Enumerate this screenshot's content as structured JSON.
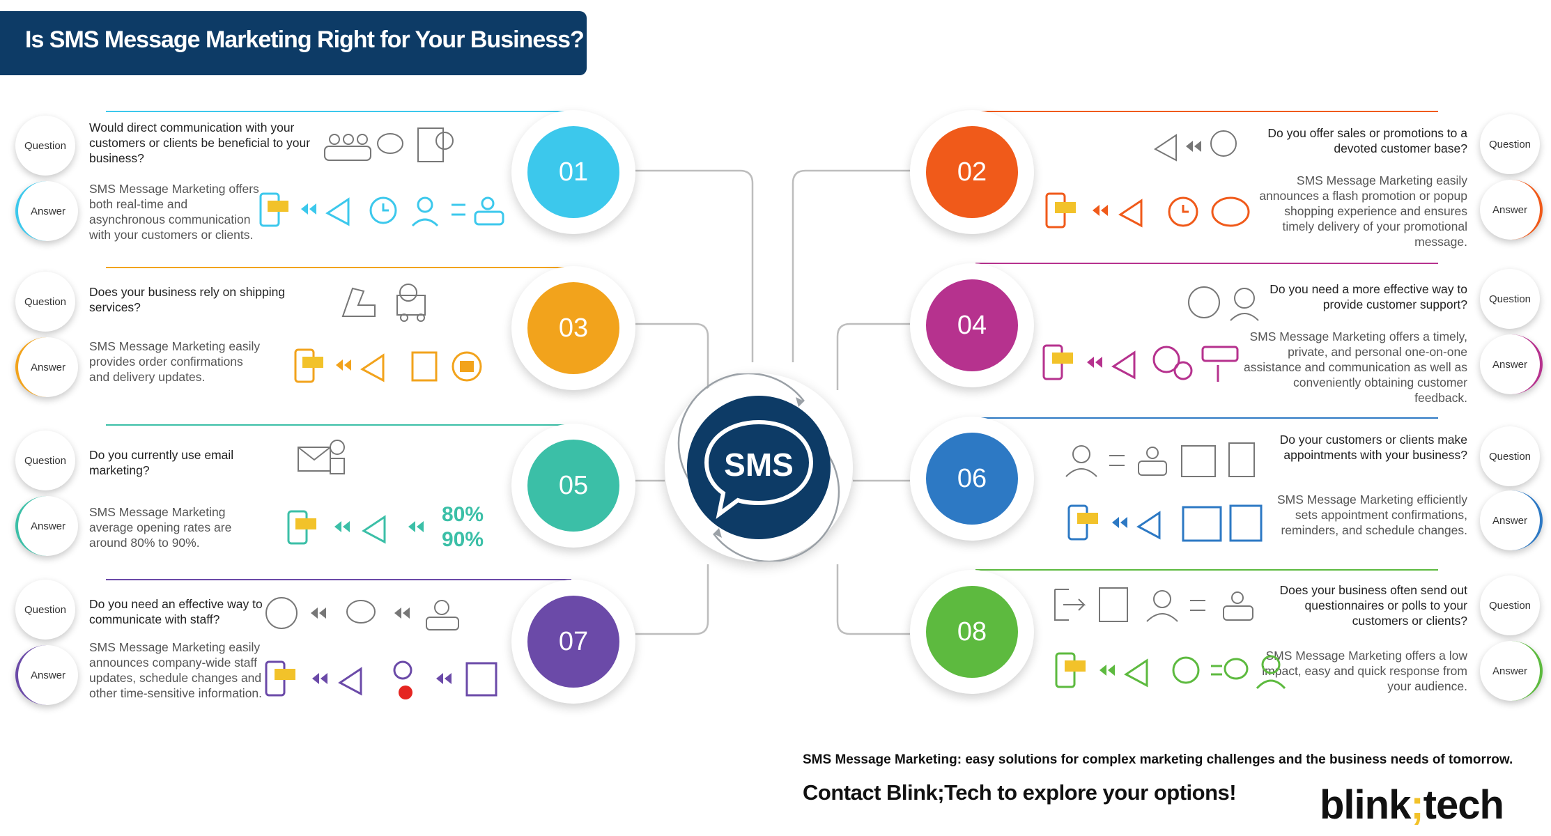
{
  "title": "Is SMS Message Marketing Right for Your Business?",
  "hub": {
    "label": "SMS"
  },
  "badge_labels": {
    "question": "Question",
    "answer": "Answer"
  },
  "colors": {
    "navy": "#0d3b66",
    "01": "#3cc8ec",
    "02": "#f05a1a",
    "03": "#f2a31c",
    "04": "#b6328e",
    "05": "#3bbfa7",
    "06": "#2d79c4",
    "07": "#6b4aa8",
    "08": "#5dba3f"
  },
  "items": [
    {
      "number": "01",
      "side": "left",
      "question": "Would direct communication with your customers or clients be beneficial to your business?",
      "answer": "SMS Message Marketing offers both real-time and asynchronous communication with your customers or clients."
    },
    {
      "number": "02",
      "side": "right",
      "question": "Do you offer sales or promotions to a devoted customer base?",
      "answer": "SMS Message Marketing easily announces a flash promotion or popup shopping experience and ensures timely delivery of your promotional message."
    },
    {
      "number": "03",
      "side": "left",
      "question": "Does your business rely on shipping services?",
      "answer": "SMS Message Marketing easily provides order confirmations and delivery updates."
    },
    {
      "number": "04",
      "side": "right",
      "question": "Do you need a more effective way to provide customer support?",
      "answer": "SMS Message Marketing offers a timely, private, and personal one-on-one assistance and communication as well as conveniently obtaining customer feedback."
    },
    {
      "number": "05",
      "side": "left",
      "question": "Do you currently use email marketing?",
      "answer": "SMS Message Marketing average opening rates are around 80% to 90%.",
      "stats": [
        "80%",
        "90%"
      ]
    },
    {
      "number": "06",
      "side": "right",
      "question": "Do your customers or clients make appointments with your business?",
      "answer": "SMS Message Marketing efficiently sets appointment confirmations, reminders, and schedule changes."
    },
    {
      "number": "07",
      "side": "left",
      "question": "Do you need an effective way to communicate with staff?",
      "answer": "SMS Message Marketing easily announces company-wide staff updates, schedule changes and other time-sensitive information."
    },
    {
      "number": "08",
      "side": "right",
      "question": "Does your business often send out questionnaires or polls to your customers or clients?",
      "answer": "SMS Message Marketing offers a low impact, easy and quick response from your audience."
    }
  ],
  "footer": {
    "tagline": "SMS Message Marketing: easy solutions for complex marketing challenges and the business needs of tomorrow.",
    "cta": "Contact Blink;Tech to explore your options!",
    "logo_text": "blink;tech"
  }
}
